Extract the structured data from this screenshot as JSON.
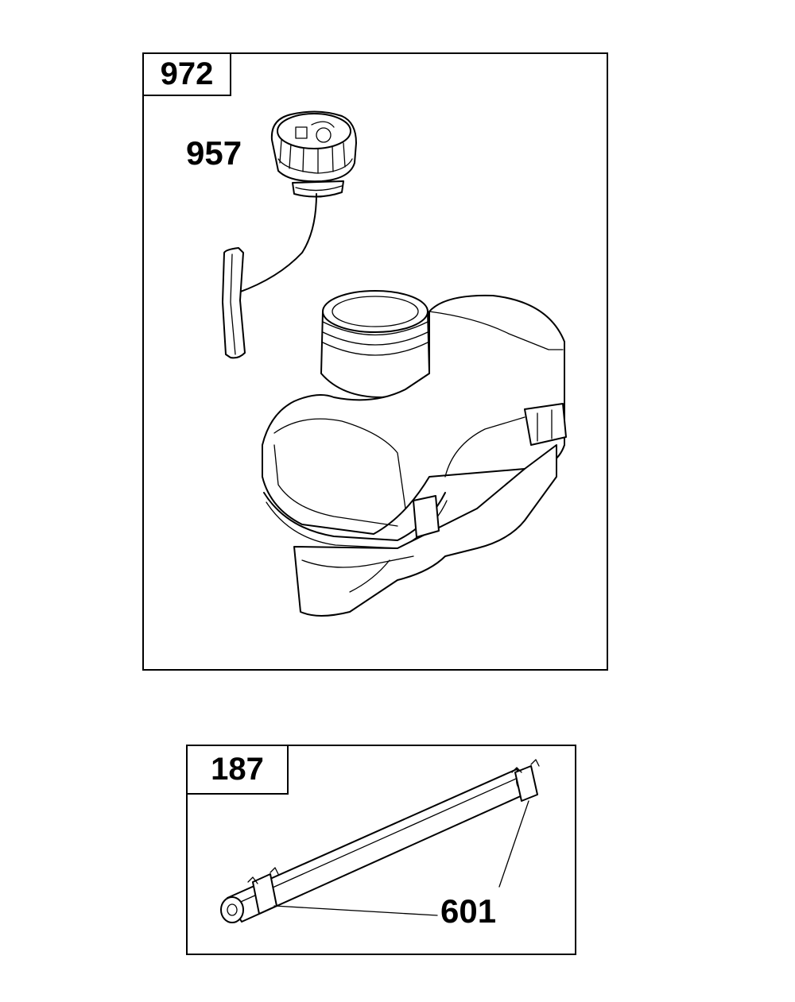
{
  "panel_top": {
    "kit_number": "972"
  },
  "panel_bottom": {
    "kit_number": "187"
  },
  "callouts": {
    "fuel_cap": "957",
    "clamp": "601"
  }
}
